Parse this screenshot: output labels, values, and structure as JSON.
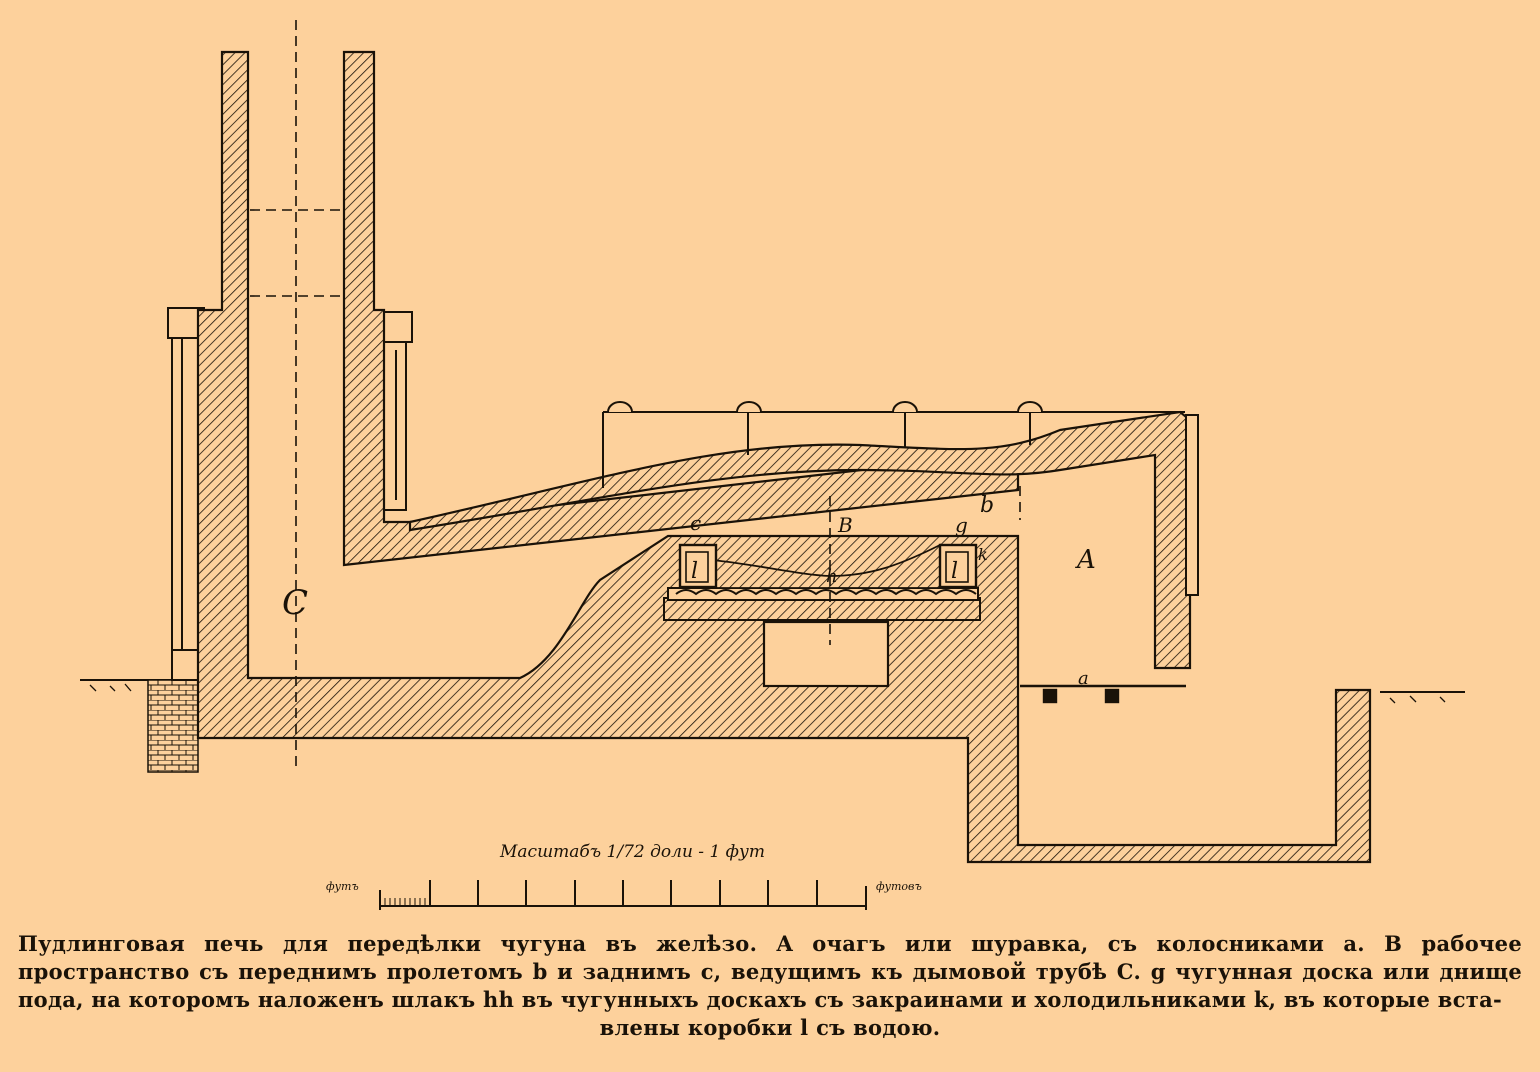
{
  "figure": {
    "labels": {
      "chimney": "C",
      "hearth": "A",
      "work_space": "B",
      "front_opening": "b",
      "rear_opening": "c",
      "plate": "g",
      "grate": "a",
      "boxes": "l",
      "coolers": "k",
      "slag": "h"
    },
    "scale_title": "Масштабъ 1/72 доли - 1 фут",
    "scale_left": "футъ",
    "scale_right": "футовъ"
  },
  "caption": {
    "main": "Пудлинговая печь для передѣлки чугуна въ желѣзо. A очагъ или шуравка, съ колосниками a. B рабочее пространство съ переднимъ пролетомъ b и заднимъ c, ведущимъ къ дымовой трубѣ C. g чугунная доска или днище пода, на которомъ наложенъ шлакъ hh въ чугунныхъ доскахъ съ закраинами и холодильниками k, въ которые вста-",
    "last": "влены коробки l съ водою."
  },
  "colors": {
    "paper": "#fdd19c",
    "ink": "#1a1208"
  }
}
